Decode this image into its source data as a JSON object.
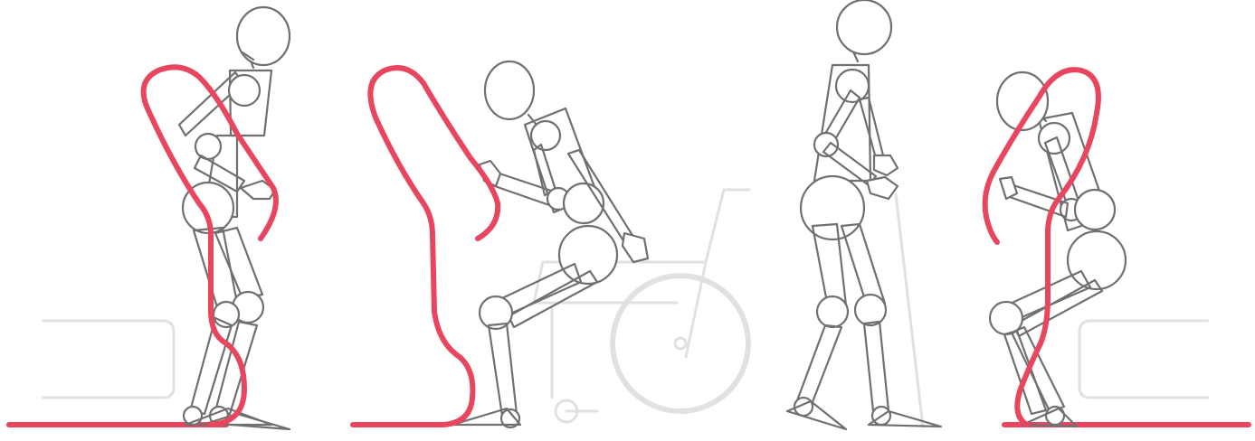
{
  "colors": {
    "rail": "#e8465f",
    "furniture": "#dfe1e3",
    "figure_outline": "#707070",
    "background": "#ffffff"
  },
  "scenes": [
    {
      "id": "scene-1",
      "objects": [
        "bed",
        "support-rail",
        "mannequin"
      ]
    },
    {
      "id": "scene-2",
      "objects": [
        "support-rail",
        "mannequin",
        "wheelchair"
      ]
    },
    {
      "id": "scene-3",
      "objects": [
        "mannequin",
        "walking-cane"
      ]
    },
    {
      "id": "scene-4",
      "objects": [
        "support-rail",
        "mannequin",
        "bed"
      ]
    }
  ]
}
